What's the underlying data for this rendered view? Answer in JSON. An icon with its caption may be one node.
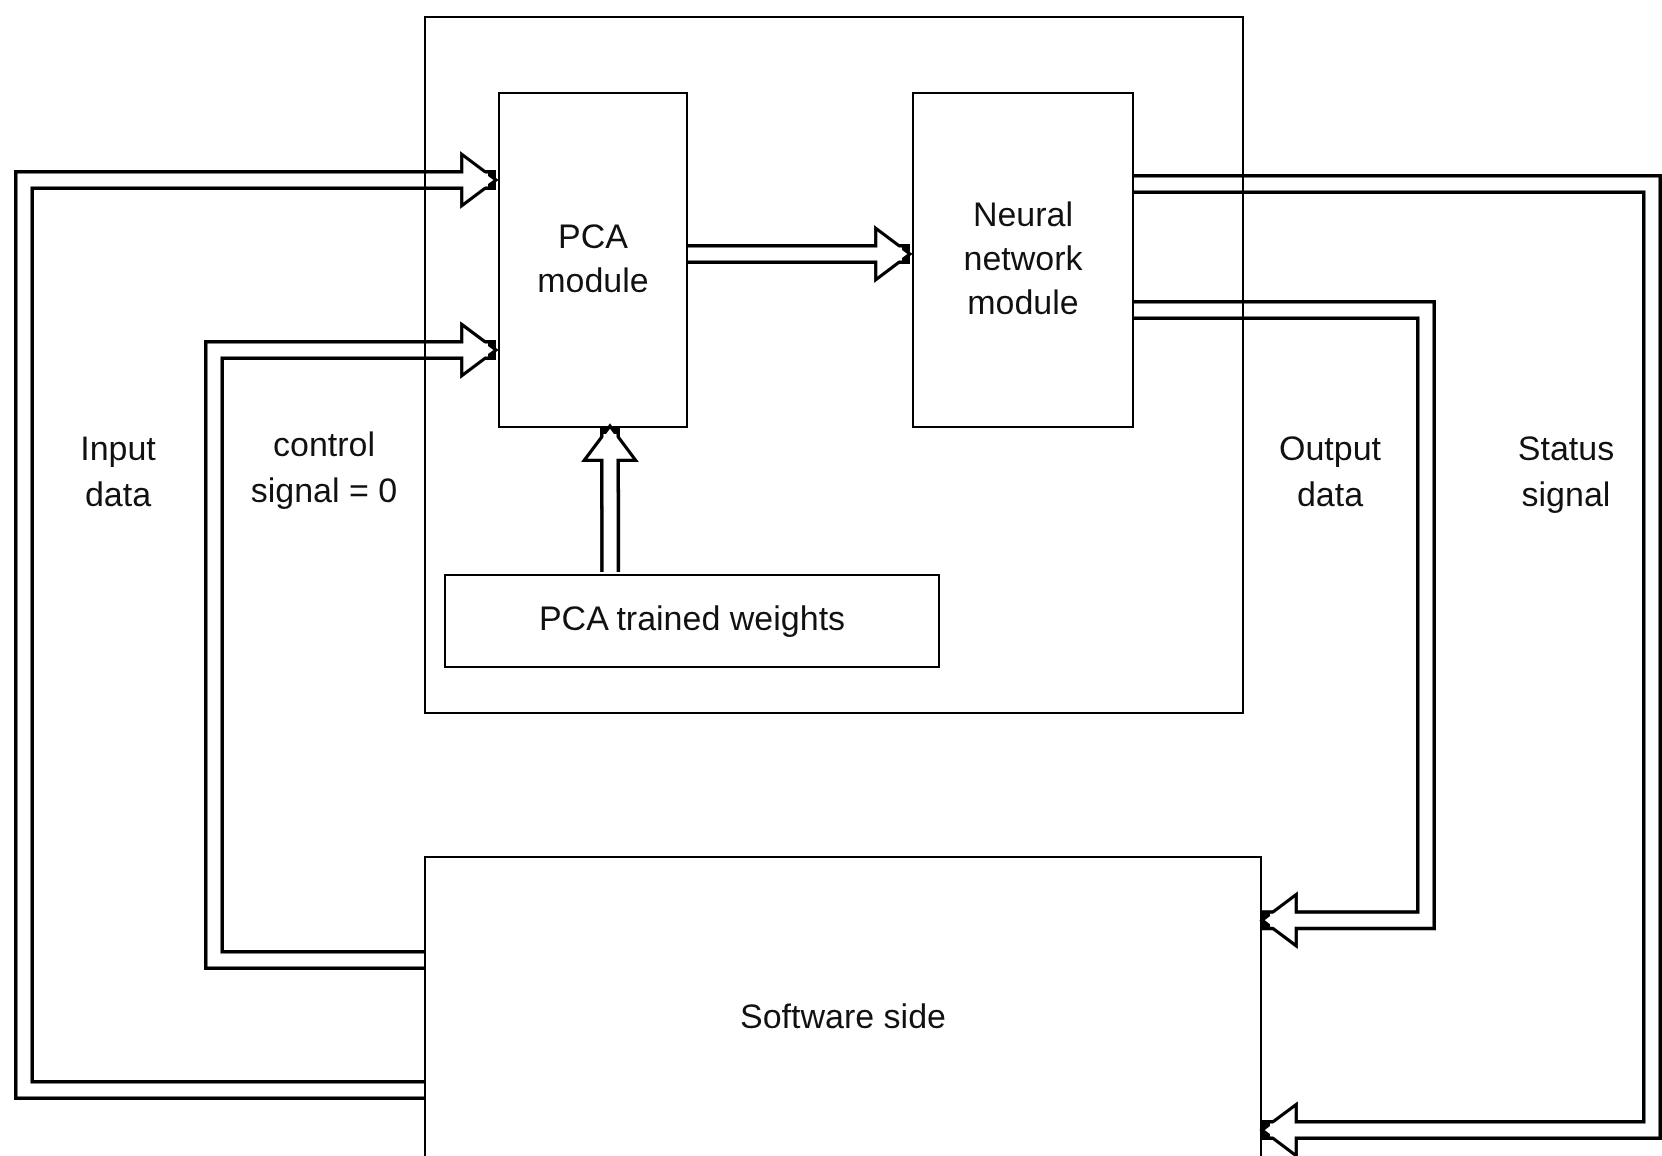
{
  "diagram": {
    "nodes": [
      {
        "text": [],
        "shape": "box"
      },
      {
        "text": [
          "PCA module"
        ],
        "in": 0
      },
      {
        "text": [
          "Neural network module"
        ],
        "in": 0
      },
      {
        "text": [
          "PCA trained weights"
        ],
        "in": 0
      },
      {
        "text": [
          "Software side"
        ]
      }
    ],
    "edges": [
      {
        "from": 4,
        "to": 1,
        "arrow": "to",
        "label": "Input data"
      },
      {
        "from": 4,
        "to": 1,
        "arrow": "to",
        "label": "control signal = 0"
      },
      {
        "from": 1,
        "to": 2,
        "arrow": "to"
      },
      {
        "from": 3,
        "to": 1,
        "arrow": "to"
      },
      {
        "from": 2,
        "to": 4,
        "arrow": "to",
        "label": "Output data"
      },
      {
        "from": 2,
        "to": 4,
        "arrow": "to",
        "label": "Status signal"
      }
    ]
  }
}
